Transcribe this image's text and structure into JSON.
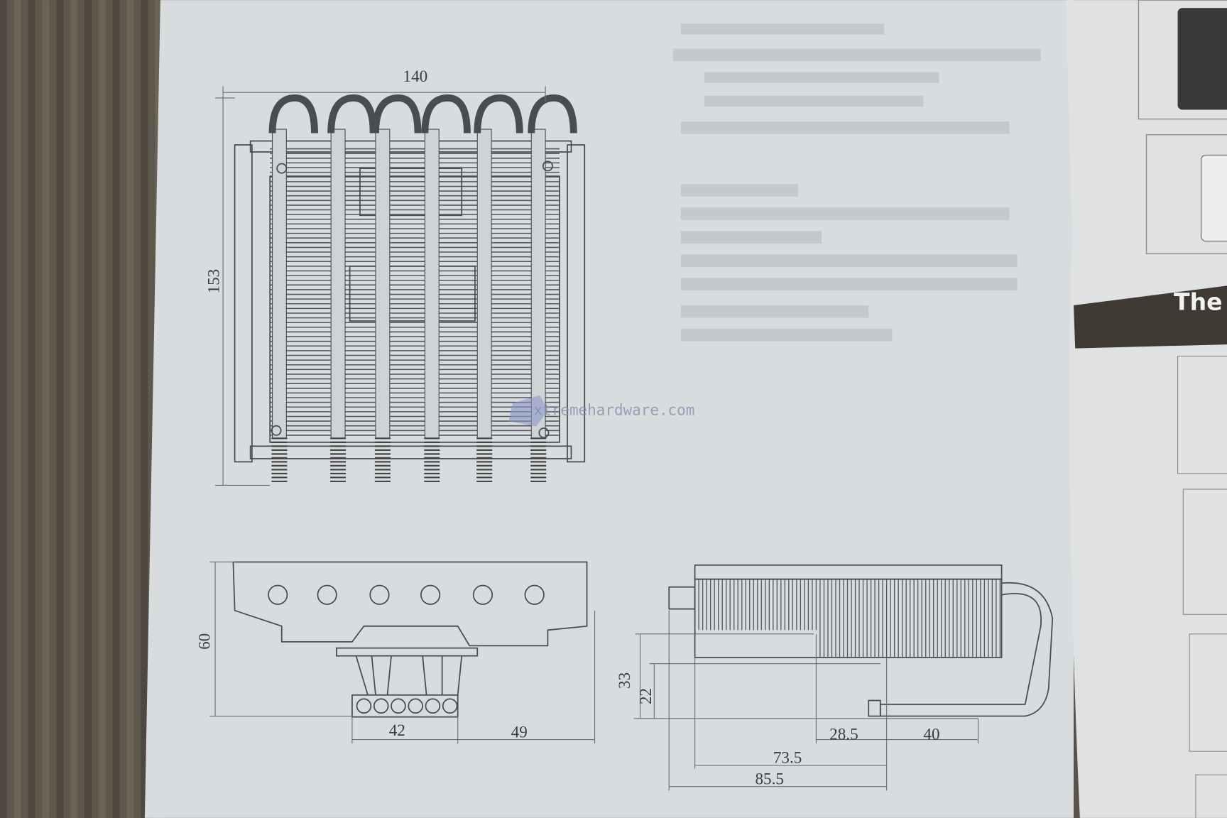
{
  "top_view": {
    "width_label": "140",
    "height_label": "153"
  },
  "front_view": {
    "height_label": "60",
    "base_width_label": "42",
    "offset_label": "49"
  },
  "side_view": {
    "h1_label": "33",
    "h2_label": "22",
    "w1_label": "28.5",
    "w2_label": "40",
    "w3_label": "73.5",
    "w4_label": "85.5"
  },
  "watermark": "xtremehardware.com",
  "right_page": {
    "banner_text": "The"
  },
  "colors": {
    "paper": "#d9dde0",
    "ink": "#4a4d50",
    "banner": "#3f3a34"
  }
}
